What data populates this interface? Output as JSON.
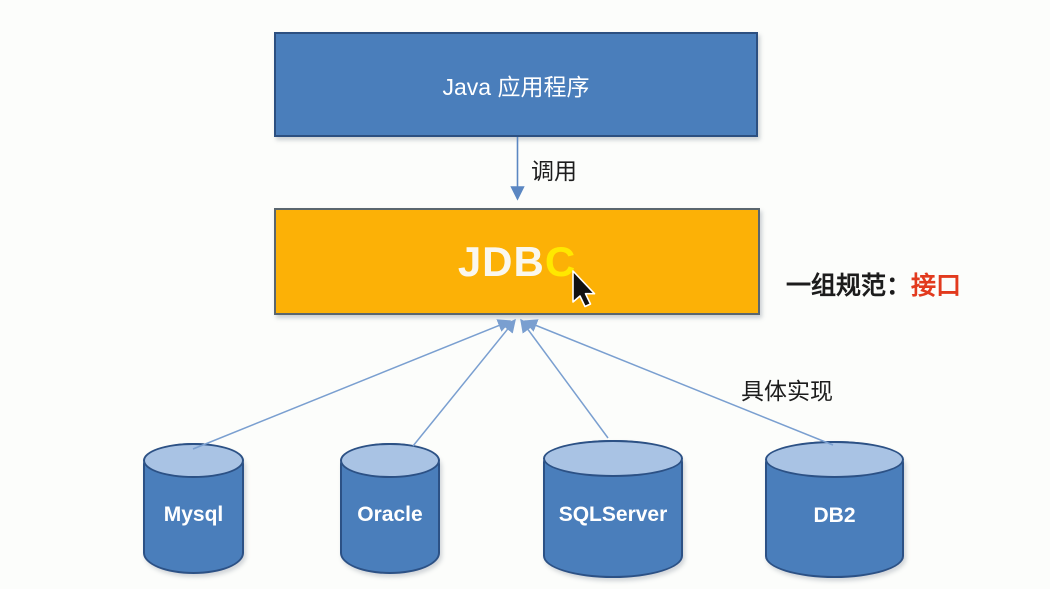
{
  "diagram": {
    "java_app": {
      "label": "Java 应用程序"
    },
    "call_arrow": {
      "label": "调用"
    },
    "jdbc": {
      "label_main": "JDB",
      "label_accent": "C"
    },
    "spec_note": {
      "prefix": "一组规范：",
      "highlight": "接口"
    },
    "impl_label": "具体实现",
    "databases": [
      {
        "label": "Mysql"
      },
      {
        "label": "Oracle"
      },
      {
        "label": "SQLServer"
      },
      {
        "label": "DB2"
      }
    ],
    "colors": {
      "box_blue": "#4a7ebb",
      "box_blue_border": "#2c5185",
      "cylinder_top_blue": "#a9c3e4",
      "jdbc_orange": "#fcb106",
      "jdbc_border_gray": "#5a666e",
      "jdbc_accent_yellow": "#ffe800",
      "highlight_red": "#e23a1e",
      "connector_blue": "#7a9fd0",
      "background": "#fcfdfb"
    }
  }
}
